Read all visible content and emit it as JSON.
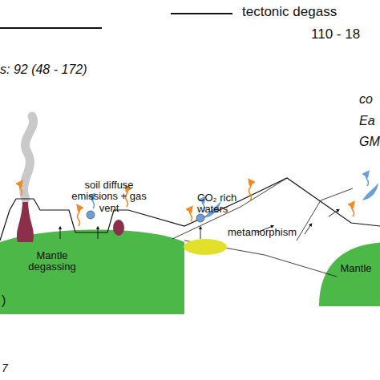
{
  "diagram": {
    "nodes": [
      {
        "text": [
          "Mantle degassing"
        ]
      },
      {
        "text": [
          "Mantle"
        ]
      }
    ],
    "labels": [
      "s: 92 (48 - 172)",
      "tectonic degass",
      "110 - 18",
      "co",
      "Ea",
      "GM",
      "soil diffuse emissions + gas vent",
      "CO₂ rich waters",
      "metamorphism",
      ")",
      "7"
    ]
  }
}
